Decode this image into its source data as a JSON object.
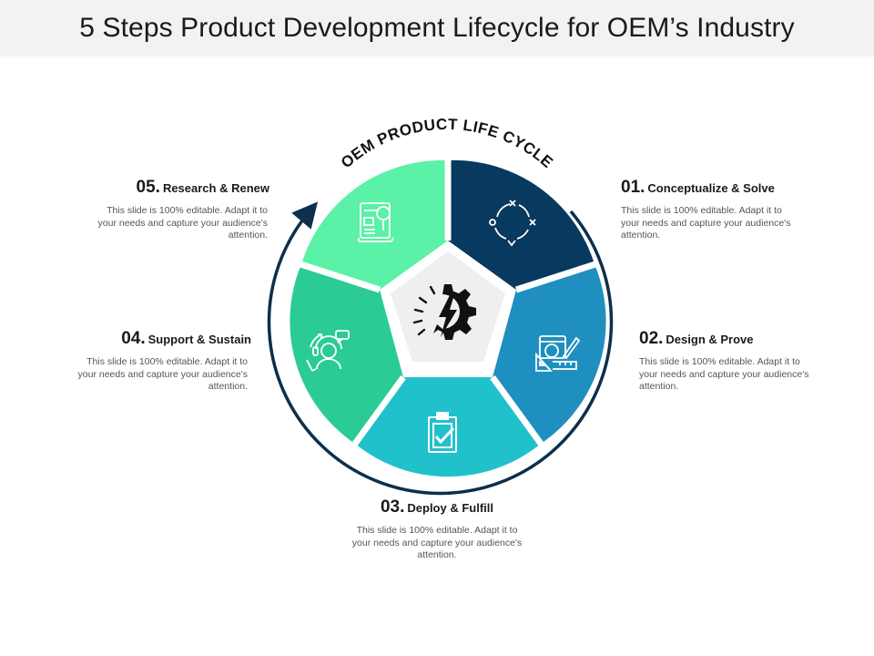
{
  "title": "5 Steps Product Development Lifecycle for OEM’s Industry",
  "ring_label": "OEM PRODUCT LIFE CYCLE",
  "colors": {
    "seg1": "#08395e",
    "seg2": "#1f8fbf",
    "seg3": "#21c1cc",
    "seg4": "#2bcb94",
    "seg5": "#5bf1a6",
    "center": "#efefef",
    "ring": "#0d2f4d"
  },
  "steps": [
    {
      "num": "01.",
      "label": "Conceptualize & Solve",
      "desc": "This slide is 100% editable. Adapt it to your needs and capture your audience's attention.",
      "icon": "concept-cycle-icon"
    },
    {
      "num": "02.",
      "label": "Design & Prove",
      "desc": "This slide is 100% editable. Adapt it to your needs and capture your audience's attention.",
      "icon": "design-tools-icon"
    },
    {
      "num": "03.",
      "label": "Deploy & Fulfill",
      "desc": "This slide is 100% editable. Adapt it to your needs and capture your audience's attention.",
      "icon": "clipboard-check-icon"
    },
    {
      "num": "04.",
      "label": "Support & Sustain",
      "desc": "This slide is 100% editable. Adapt it to your needs and capture your audience's attention.",
      "icon": "customer-support-icon"
    },
    {
      "num": "05.",
      "label": "Research & Renew",
      "desc": "This slide is 100% editable. Adapt it to your needs and capture your audience's attention.",
      "icon": "research-document-icon"
    }
  ],
  "center_icon": "gear-speed-icon"
}
